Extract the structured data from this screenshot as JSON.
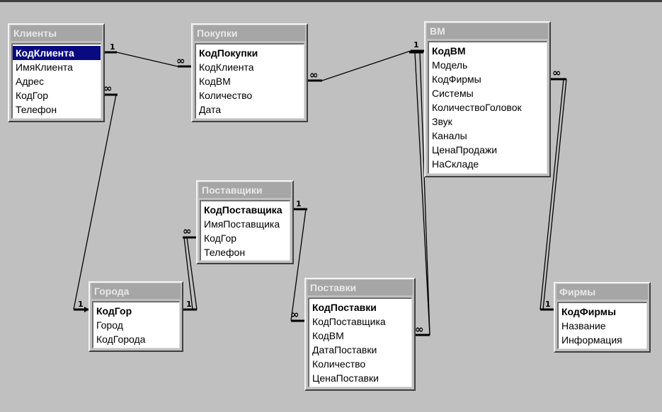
{
  "tables": {
    "klienty": {
      "title": "Клиенты",
      "fields": [
        "КодКлиента",
        "ИмяКлиента",
        "Адрес",
        "КодГор",
        "Телефон"
      ]
    },
    "pokupki": {
      "title": "Покупки",
      "fields": [
        "КодПокупки",
        "КодКлиента",
        "КодВМ",
        "Количество",
        "Дата"
      ]
    },
    "vm": {
      "title": "ВМ",
      "fields": [
        "КодВМ",
        "Модель",
        "КодФирмы",
        "Системы",
        "КоличествоГоловок",
        "Звук",
        "Каналы",
        "ЦенаПродажи",
        "НаСкладе"
      ]
    },
    "postavshchiki": {
      "title": "Поставщики",
      "fields": [
        "КодПоставщика",
        "ИмяПоставщика",
        "КодГор",
        "Телефон"
      ]
    },
    "goroda": {
      "title": "Города",
      "fields": [
        "КодГор",
        "Город",
        "КодГорода"
      ]
    },
    "postavki": {
      "title": "Поставки",
      "fields": [
        "КодПоставки",
        "КодПоставщика",
        "КодВМ",
        "ДатаПоставки",
        "Количество",
        "ЦенаПоставки"
      ]
    },
    "firmy": {
      "title": "Фирмы",
      "fields": [
        "КодФирмы",
        "Название",
        "Информация"
      ]
    }
  },
  "relationships": [
    {
      "name": "klienty-pokupki",
      "one_label": "1",
      "many_label": "∞"
    },
    {
      "name": "pokupki-vm",
      "one_label": "1",
      "many_label": "∞"
    },
    {
      "name": "vm-postavki",
      "one_label": "1",
      "many_label": "∞"
    },
    {
      "name": "firmy-vm",
      "one_label": "1",
      "many_label": "∞"
    },
    {
      "name": "goroda-klienty",
      "one_label": "1",
      "many_label": "∞"
    },
    {
      "name": "goroda-postavshchiki",
      "one_label": "1",
      "many_label": "∞"
    },
    {
      "name": "postavshchiki-postavki",
      "one_label": "1",
      "many_label": "∞"
    }
  ]
}
